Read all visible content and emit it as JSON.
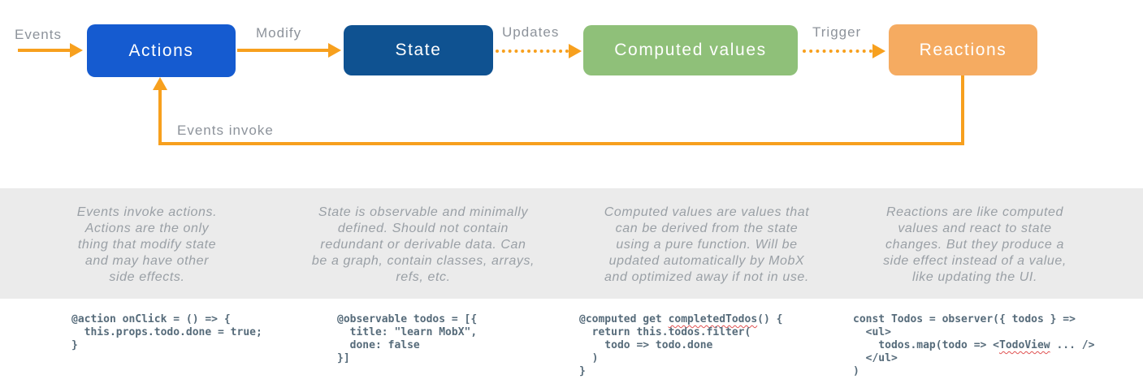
{
  "colors": {
    "actions": "#155bd0",
    "state": "#0f5291",
    "computed": "#8fc079",
    "reactions": "#f5ab61",
    "arrow": "#f7a01e",
    "label": "#8d939b",
    "band_bg": "#ebebeb",
    "description_text": "#9aa0a6",
    "code_text": "#566b7a",
    "squiggle": "#e05252"
  },
  "diagram": {
    "nodes": [
      {
        "id": "actions",
        "label": "Actions"
      },
      {
        "id": "state",
        "label": "State"
      },
      {
        "id": "computed",
        "label": "Computed values"
      },
      {
        "id": "reactions",
        "label": "Reactions"
      }
    ],
    "labels": {
      "events": "Events",
      "modify": "Modify",
      "updates": "Updates",
      "trigger": "Trigger",
      "events_invoke": "Events invoke"
    }
  },
  "descriptions": [
    "Events invoke actions.\nActions are the only\nthing that modify state\nand may have other\nside effects.",
    "State is observable and minimally\ndefined. Should not contain\nredundant or derivable data. Can\nbe a graph, contain classes, arrays,\nrefs, etc.",
    "Computed values are values that\ncan be derived from the state\nusing a pure function. Will be\nupdated automatically by MobX\nand optimized away if not in use.",
    "Reactions are like computed\nvalues and react to state\nchanges. But they produce a\nside effect instead of a value,\nlike updating the UI."
  ],
  "code_snippets": [
    {
      "lines": [
        [
          {
            "t": "@action onClick = () => {"
          }
        ],
        [
          {
            "t": "  this.props.todo.done = true;"
          }
        ],
        [
          {
            "t": "}"
          }
        ]
      ]
    },
    {
      "lines": [
        [
          {
            "t": "@observable todos = [{"
          }
        ],
        [
          {
            "t": "  title: \"learn MobX\","
          }
        ],
        [
          {
            "t": "  done: false"
          }
        ],
        [
          {
            "t": "}]"
          }
        ]
      ]
    },
    {
      "lines": [
        [
          {
            "t": "@computed get "
          },
          {
            "t": "completedTodos",
            "sq": true
          },
          {
            "t": "() {"
          }
        ],
        [
          {
            "t": "  return this.todos.filter("
          }
        ],
        [
          {
            "t": "    todo => todo.done"
          }
        ],
        [
          {
            "t": "  )"
          }
        ],
        [
          {
            "t": "}"
          }
        ]
      ]
    },
    {
      "lines": [
        [
          {
            "t": "const Todos = observer({ todos } =>"
          }
        ],
        [
          {
            "t": "  <ul>"
          }
        ],
        [
          {
            "t": "    todos.map(todo => <"
          },
          {
            "t": "TodoView",
            "sq": true
          },
          {
            "t": " ... />"
          }
        ],
        [
          {
            "t": "  </ul>"
          }
        ],
        [
          {
            "t": ")"
          }
        ]
      ]
    }
  ]
}
